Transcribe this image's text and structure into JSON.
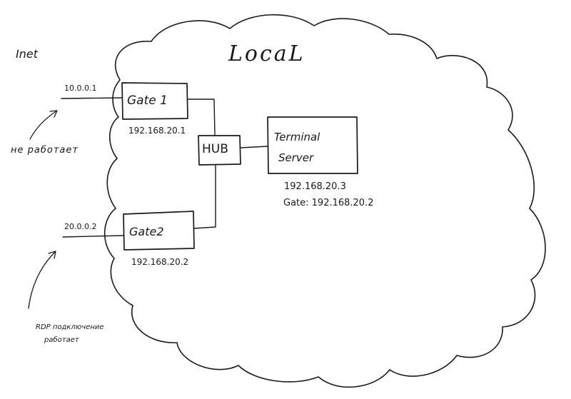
{
  "diagram": {
    "inet_label": "Inet",
    "local_label": "LocaL",
    "gate1": {
      "name": "Gate 1",
      "external_ip": "10.0.0.1",
      "internal_ip": "192.168.20.1"
    },
    "gate2": {
      "name": "Gate2",
      "external_ip": "20.0.0.2",
      "internal_ip": "192.168.20.2"
    },
    "hub": {
      "name": "HUB"
    },
    "terminal_server": {
      "line1": "Terminal",
      "line2": "Server",
      "ip": "192.168.20.3",
      "gate": "Gate: 192.168.20.2"
    },
    "note_gate1": "не работает",
    "note_gate2_line1": "RDP подключение",
    "note_gate2_line2": "работает"
  }
}
